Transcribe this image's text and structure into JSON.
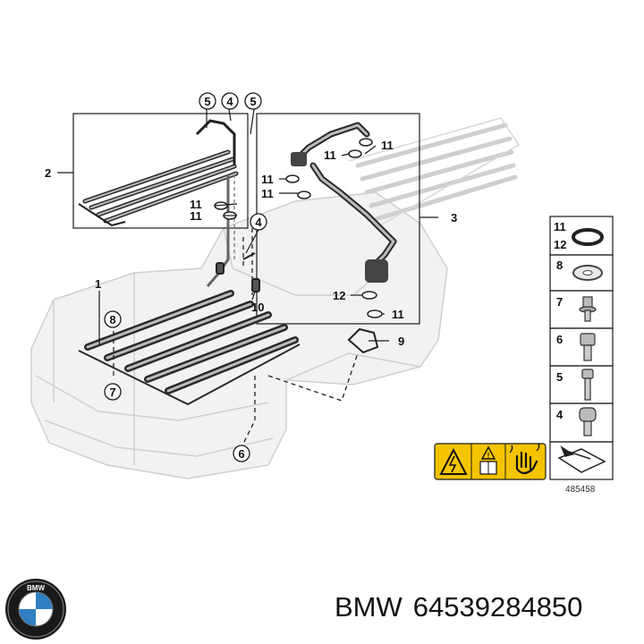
{
  "diagram_number": "485458",
  "callouts": {
    "c1": "1",
    "c2": "2",
    "c3": "3",
    "c4": "4",
    "c5": "5",
    "c6": "6",
    "c7": "7",
    "c8": "8",
    "c9": "9",
    "c10": "10",
    "c11": "11",
    "c12": "12"
  },
  "legend": [
    {
      "label": "11"
    },
    {
      "label": "12"
    },
    {
      "label": "8"
    },
    {
      "label": "7"
    },
    {
      "label": "6"
    },
    {
      "label": "5"
    },
    {
      "label": "4"
    }
  ],
  "caption": {
    "brand": "BMW",
    "part_number": "64539284850"
  },
  "colors": {
    "line": "#1a1a1a",
    "ghost": "#c8c8c8",
    "warning_yellow": "#f4c400",
    "logo_blue": "#2f7fc2"
  }
}
